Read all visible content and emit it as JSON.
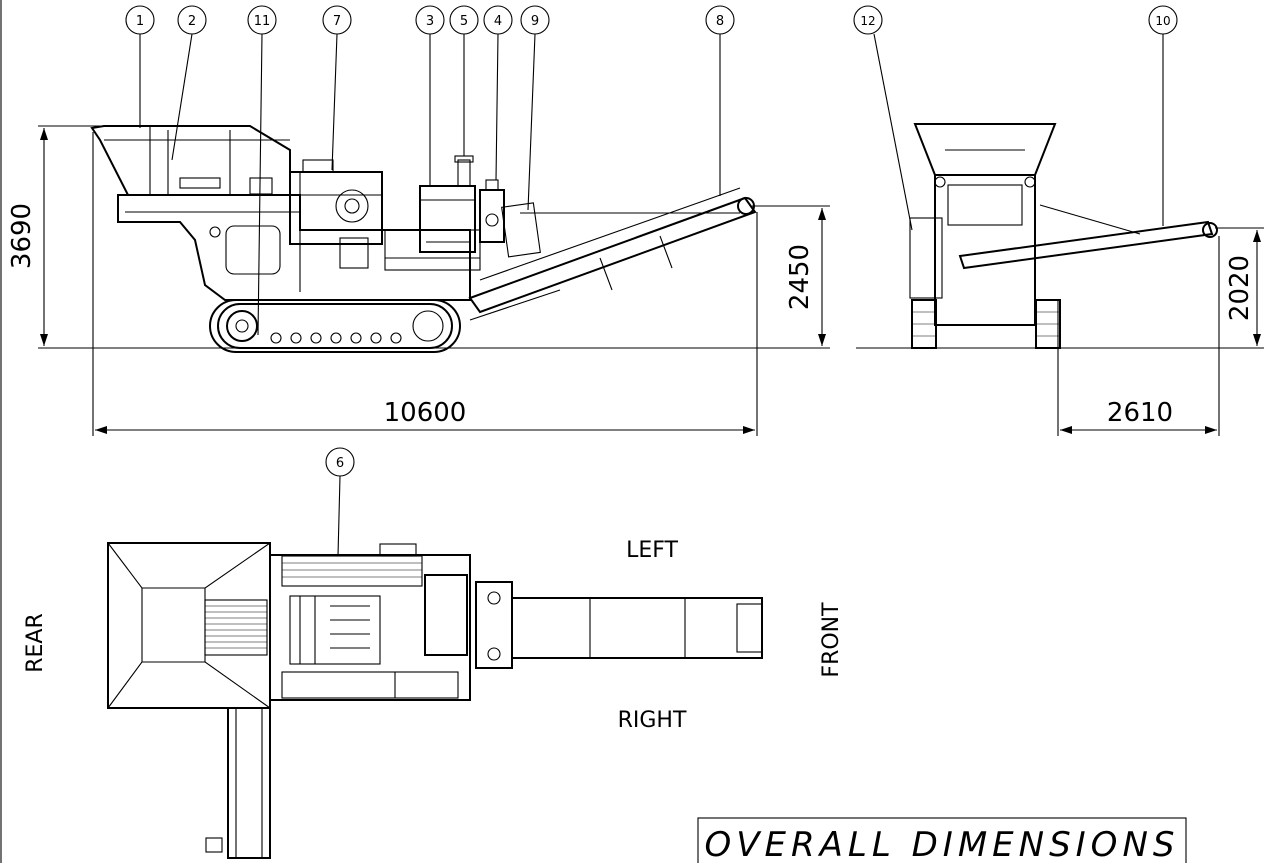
{
  "title_block": {
    "title": "OVERALL DIMENSIONS"
  },
  "balloons": [
    "1",
    "2",
    "11",
    "7",
    "3",
    "5",
    "4",
    "9",
    "8",
    "12",
    "10",
    "6"
  ],
  "dimensions": {
    "overall_height": "3690",
    "overall_length": "10600",
    "conveyor_discharge_height": "2450",
    "side_conveyor_discharge_height": "2020",
    "side_conveyor_reach": "2610"
  },
  "orientation": {
    "left": "LEFT",
    "right": "RIGHT",
    "front": "FRONT",
    "rear": "REAR"
  }
}
